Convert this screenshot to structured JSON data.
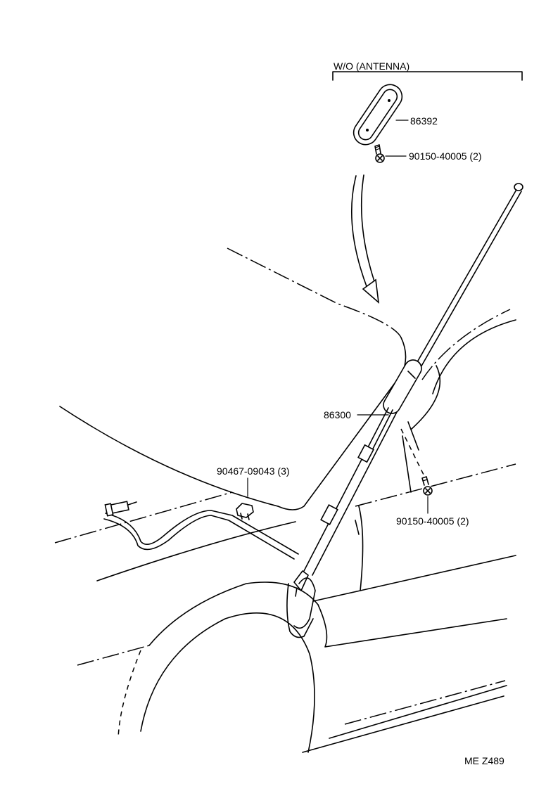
{
  "header": {
    "variant_label": "W/O (ANTENNA)"
  },
  "callouts": {
    "pad_part": "86392",
    "screw_top_part": "90150-40005 (2)",
    "antenna_part": "86300",
    "clip_part": "90467-09043 (3)",
    "screw_bottom_part": "90150-40005 (2)"
  },
  "footer": {
    "figure_code": "ME  Z489"
  }
}
